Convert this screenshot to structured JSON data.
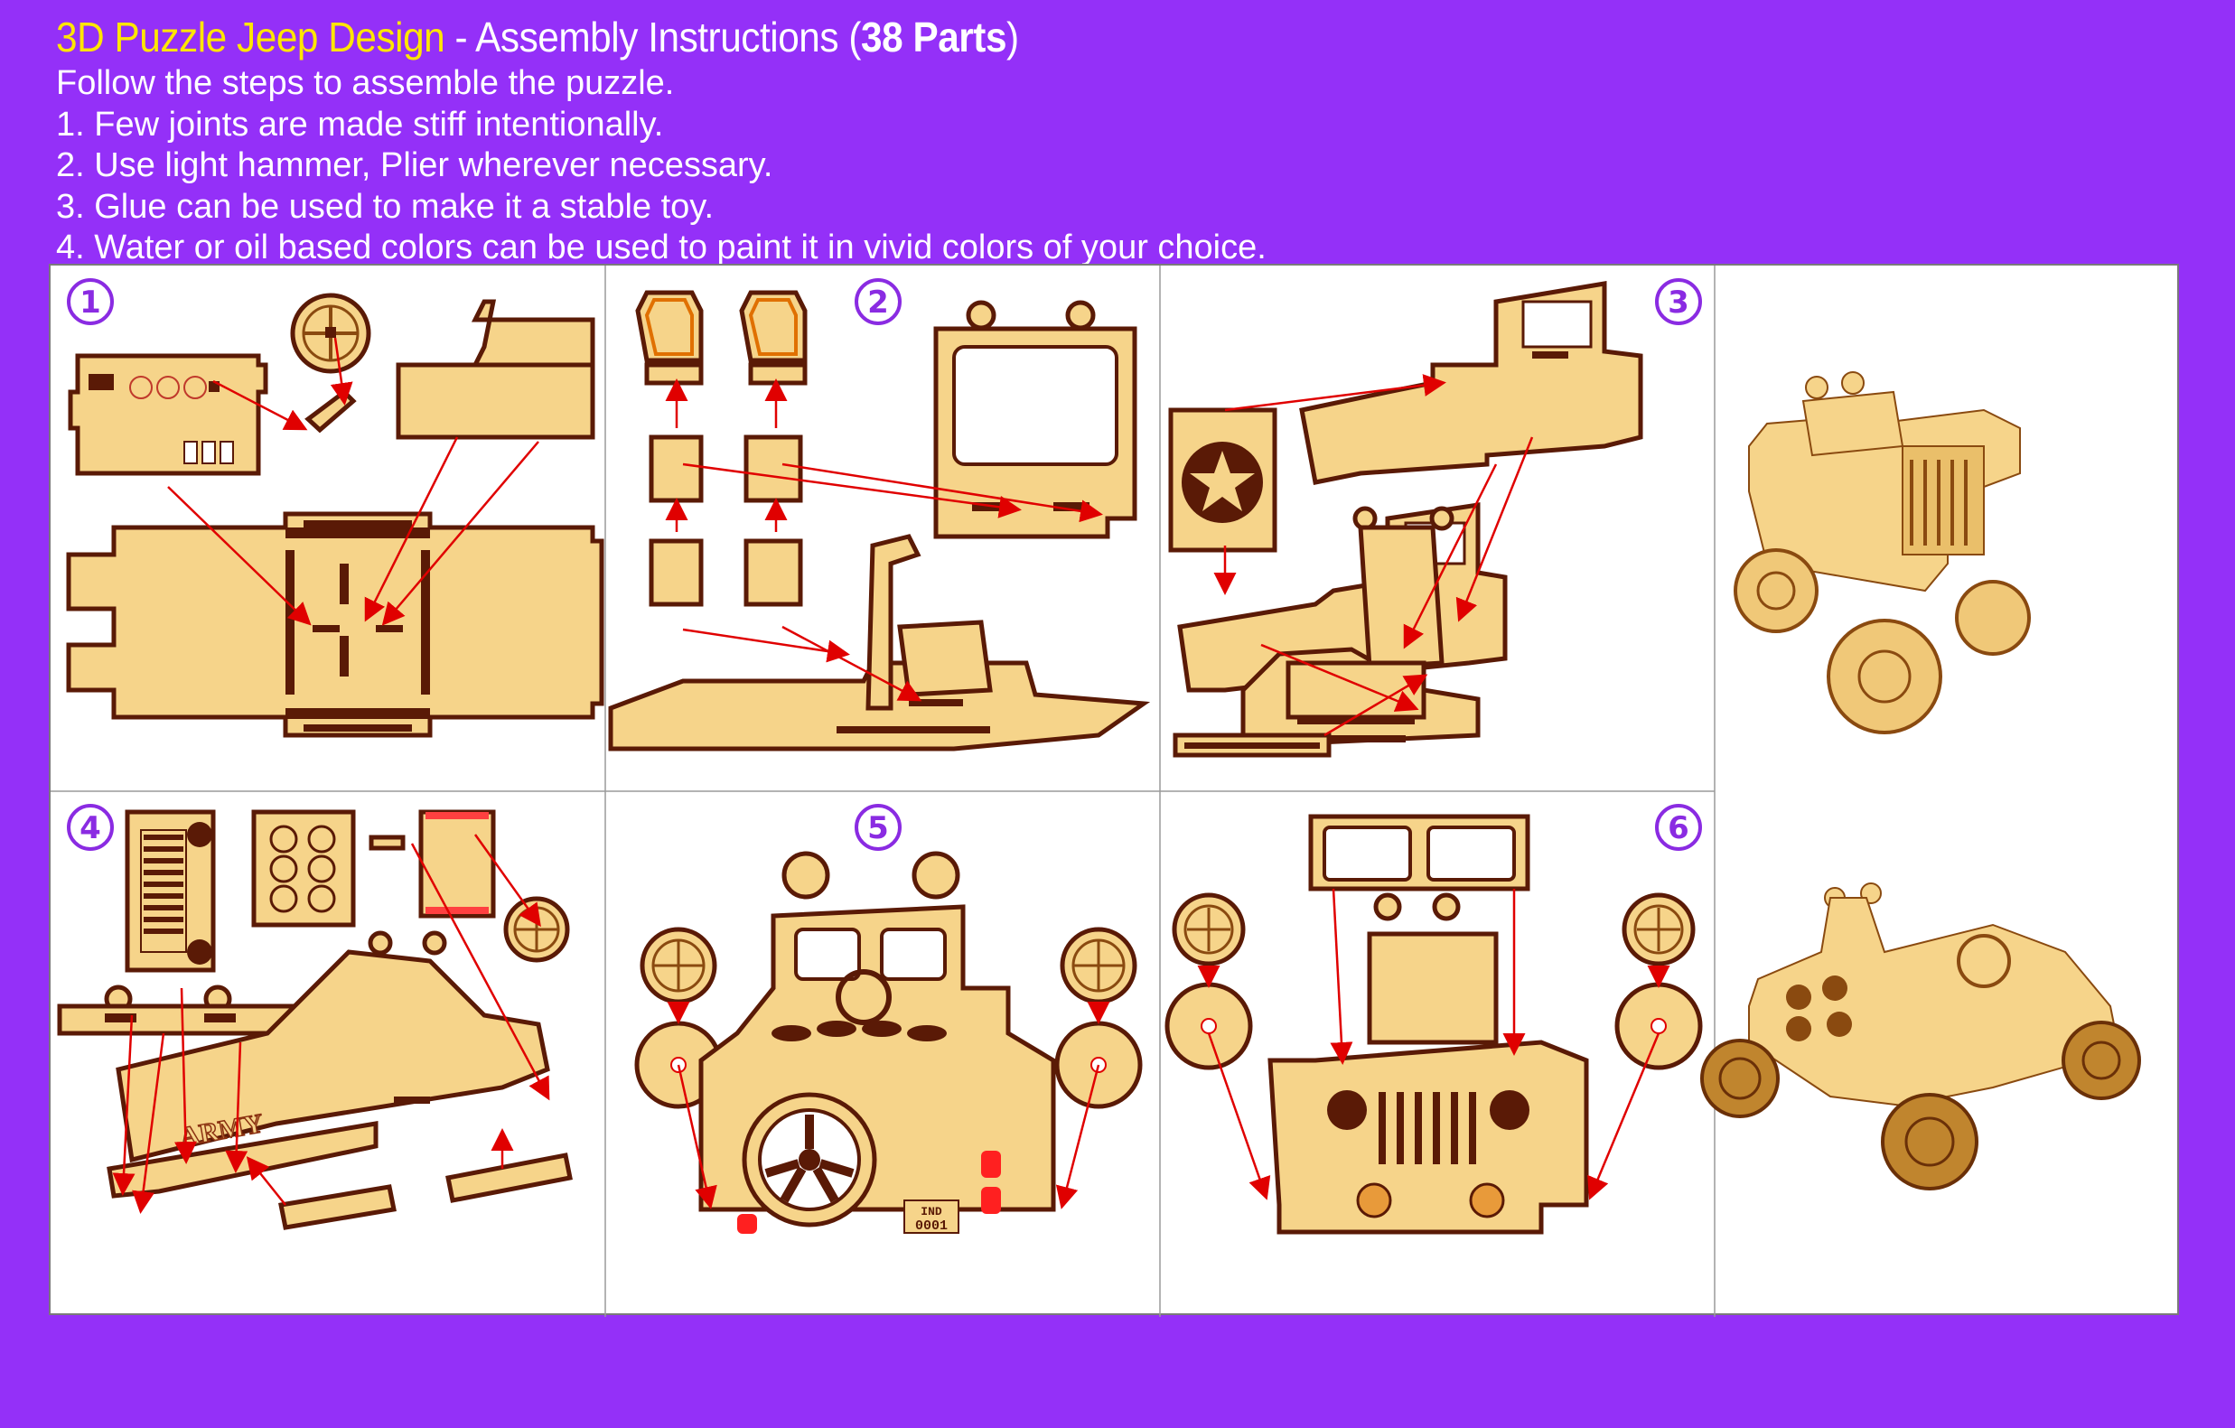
{
  "header": {
    "title_design": "3D Puzzle Jeep Design",
    "title_sep": " - Assembly Instructions (",
    "title_parts": "38 Parts",
    "title_close": ")",
    "lines": [
      "Follow the steps to assemble the puzzle.",
      "1. Few joints are made stiff intentionally.",
      "2. Use light hammer, Plier wherever necessary.",
      "3. Glue can be used to make it a stable toy.",
      "4. Water or oil based colors can be used to paint it in vivid colors of your choice."
    ]
  },
  "steps": [
    {
      "number": "1"
    },
    {
      "number": "2"
    },
    {
      "number": "3"
    },
    {
      "number": "4"
    },
    {
      "number": "5"
    },
    {
      "number": "6"
    }
  ],
  "labels": {
    "army": "ARMY",
    "plate_top": "IND",
    "plate_bottom": "0001"
  },
  "colors": {
    "background": "#9430f8",
    "title_yellow": "#ffe600",
    "wood": "#f6d48a",
    "wood_dark": "#5a1a06",
    "arrow": "#e00000",
    "step_circle": "#8a2be2"
  }
}
